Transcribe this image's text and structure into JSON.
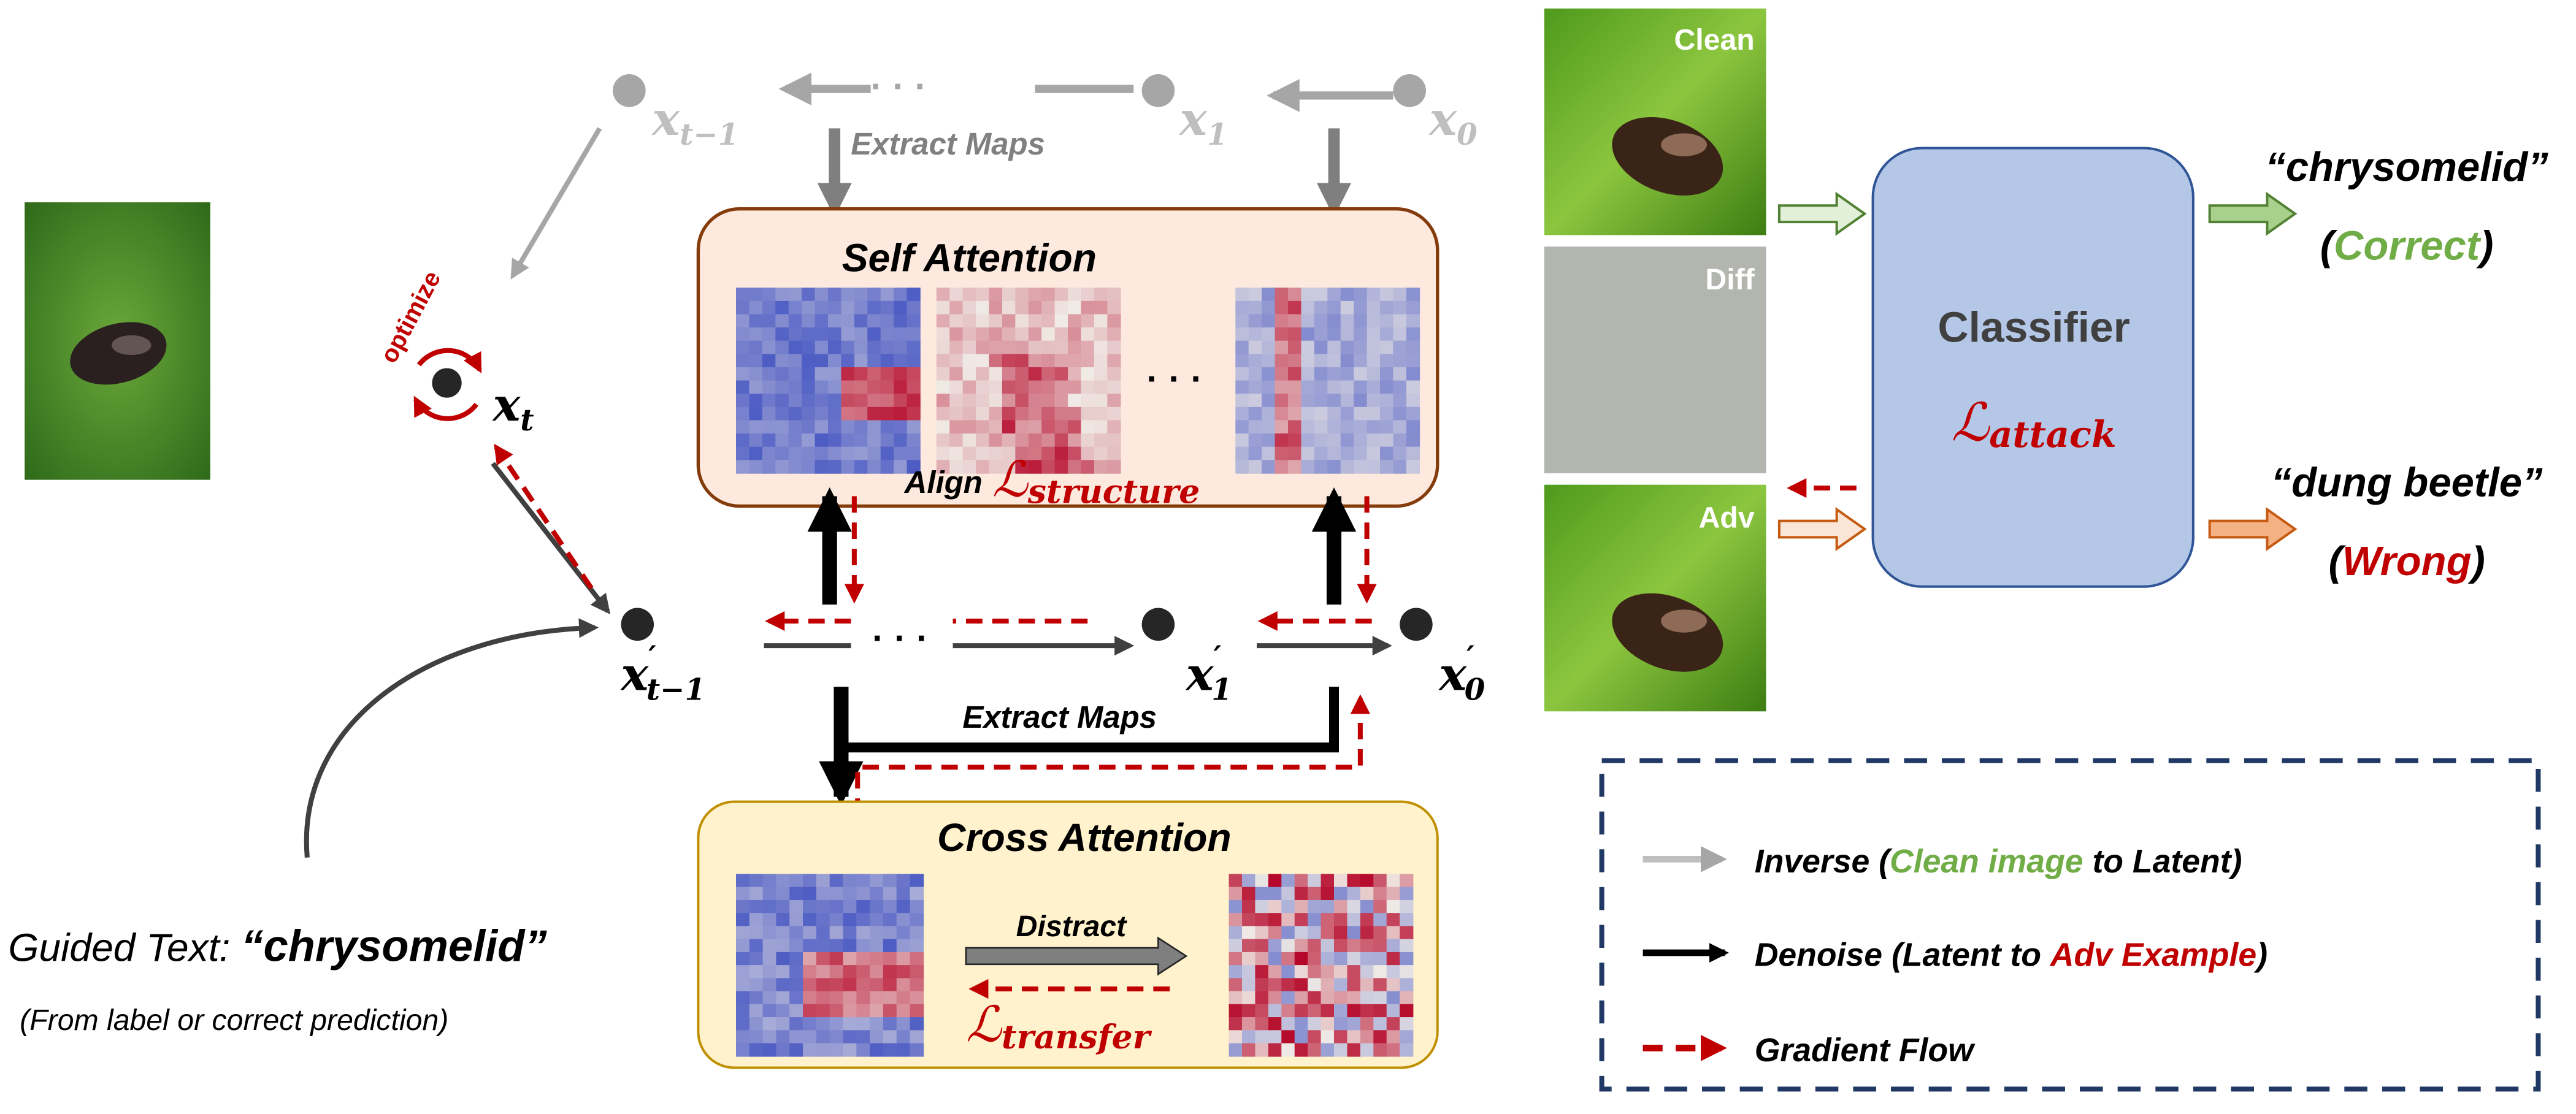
{
  "inverse_chain": {
    "nodes": [
      "x",
      "x",
      "x"
    ],
    "subscripts": [
      "t−1",
      "1",
      "0"
    ],
    "dots": "· · ·",
    "extract_label": "Extract Maps"
  },
  "denoise_chain": {
    "nodes": [
      "x",
      "x",
      "x"
    ],
    "subscripts": [
      "t−1",
      "1",
      "0"
    ],
    "prime": "′",
    "dots": "· · ·",
    "extract_label": "Extract Maps"
  },
  "current": {
    "label": "x",
    "subscript": "t",
    "optimize": "optimize"
  },
  "self_attention": {
    "title": "Self Attention",
    "dots": "· · ·",
    "align": "Align",
    "loss_symbol": "ℒ",
    "loss_sub": "structure"
  },
  "cross_attention": {
    "title": "Cross Attention",
    "distract": "Distract",
    "loss_symbol": "ℒ",
    "loss_sub": "transfer"
  },
  "guided_text": {
    "prefix": "Guided Text: ",
    "word": "“chrysomelid”",
    "note": "(From label or correct prediction)"
  },
  "images": {
    "clean": "Clean",
    "diff": "Diff",
    "adv": "Adv"
  },
  "classifier": {
    "title": "Classifier",
    "loss_symbol": "ℒ",
    "loss_sub": "attack"
  },
  "outputs": {
    "correct_label": "“chrysomelid”",
    "correct_open": "(",
    "correct_word": "Correct",
    "correct_close": ")",
    "wrong_label": "“dung beetle”",
    "wrong_open": "(",
    "wrong_word": "Wrong",
    "wrong_close": ")"
  },
  "legend": {
    "inverse_a": "Inverse (",
    "inverse_b": "Clean image",
    "inverse_c": " to Latent)",
    "denoise_a": "Denoise (Latent to ",
    "denoise_b": "Adv Example",
    "denoise_c": ")",
    "gradient": "Gradient Flow"
  },
  "colors": {
    "gray": "#a6a6a6",
    "red": "#c00000",
    "green": "#70ad47",
    "navy": "#1f3864",
    "self_fill": "#fde9dd",
    "cross_fill": "#fff2cc",
    "classifier_fill": "#b4c7e7"
  }
}
